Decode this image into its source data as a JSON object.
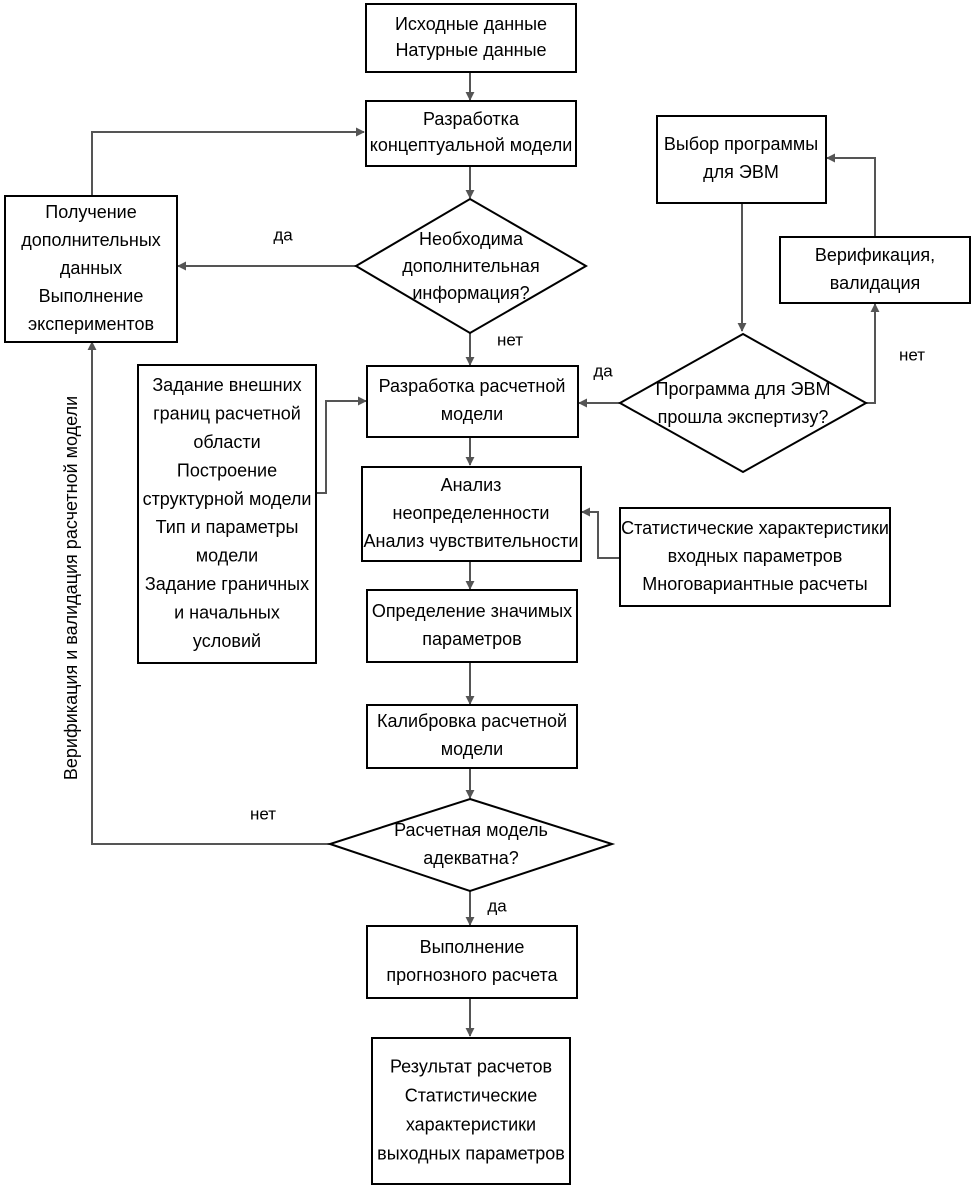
{
  "diagram": {
    "nodes": {
      "input_data": [
        "Исходные данные",
        "Натурные данные"
      ],
      "conceptual_model": [
        "Разработка",
        "концептуальной модели"
      ],
      "need_info": [
        "Необходима",
        "дополнительная",
        "информация?"
      ],
      "extra_data": [
        "Получение",
        "дополнительных",
        "данных",
        "Выполнение",
        "экспериментов"
      ],
      "computational_model": [
        "Разработка расчетной",
        "модели"
      ],
      "boundaries": [
        "Задание внешних",
        "границ расчетной",
        "области",
        "Построение",
        "структурной модели",
        "Тип и параметры",
        "модели",
        "Задание граничных",
        "и начальных",
        "условий"
      ],
      "program_choice": [
        "Выбор программы",
        "для ЭВМ"
      ],
      "verification": [
        "Верификация,",
        "валидация"
      ],
      "expertise": [
        "Программа для ЭВМ",
        "прошла экспертизу?"
      ],
      "uncertainty": [
        "Анализ",
        "неопределенности",
        "Анализ чувствительности"
      ],
      "stats_input": [
        "Статистические характеристики",
        "входных параметров",
        "Многовариантные расчеты"
      ],
      "significant_params": [
        "Определение значимых",
        "параметров"
      ],
      "calibration": [
        "Калибровка расчетной",
        "модели"
      ],
      "adequate": [
        "Расчетная модель",
        "адекватна?"
      ],
      "forecast": [
        "Выполнение",
        "прогнозного расчета"
      ],
      "results": [
        "Результат расчетов",
        "Статистические",
        "характеристики",
        "выходных параметров"
      ]
    },
    "edge_labels": {
      "need_info_yes": "да",
      "need_info_no": "нет",
      "expertise_yes": "да",
      "expertise_no": "нет",
      "adequate_no": "нет",
      "adequate_yes": "да"
    },
    "side_label": "Верификация и валидация расчетной модели"
  }
}
